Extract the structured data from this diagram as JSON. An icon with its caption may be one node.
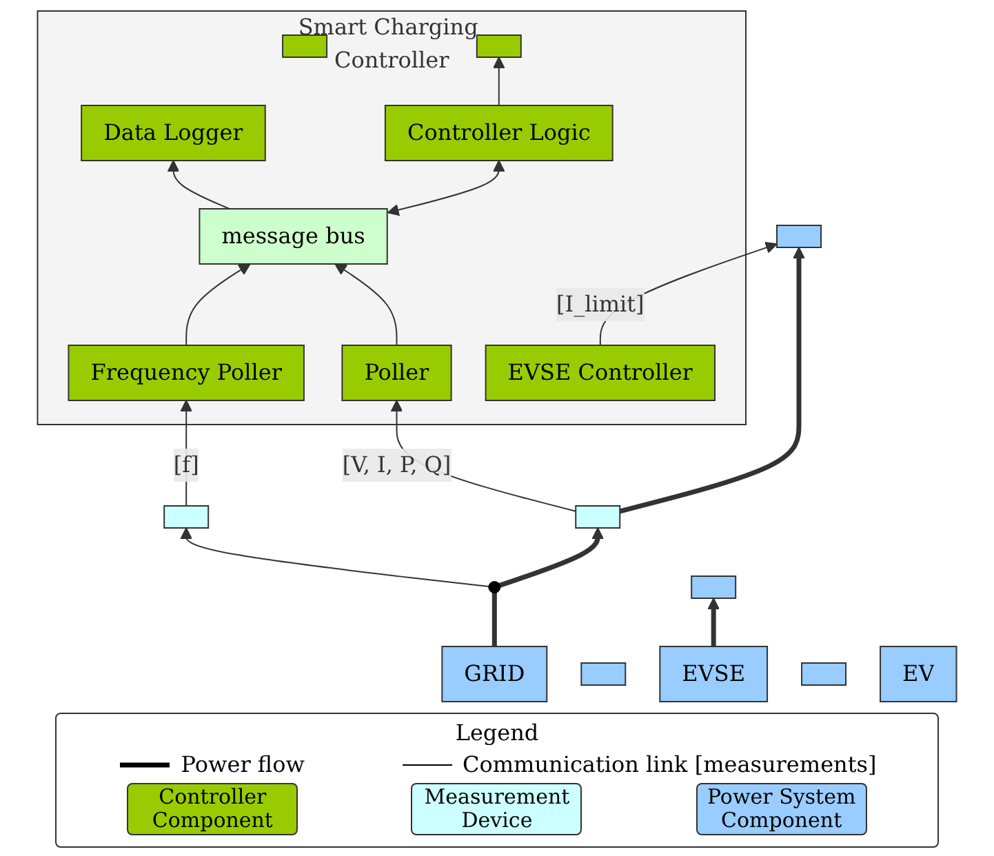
{
  "diagram": {
    "nodes": [
      {
        "text": [
          "Smart Charging Controller"
        ]
      },
      {
        "text": [
          "Data Logger"
        ],
        "in": 0
      },
      {
        "text": [
          "Controller Logic"
        ],
        "in": 0
      },
      {
        "text": [
          "message bus"
        ],
        "in": 0
      },
      {
        "text": [
          "Frequency Poller"
        ],
        "in": 0
      },
      {
        "text": [
          "Poller"
        ],
        "in": 0
      },
      {
        "text": [],
        "shape": "box",
        "in": 0
      },
      {
        "text": [],
        "shape": "box",
        "in": 0
      },
      {
        "text": [
          "EVSE Controller"
        ],
        "in": 0
      },
      {
        "text": [
          "GRID"
        ]
      },
      {
        "text": [],
        "shape": "box"
      },
      {
        "text": [],
        "shape": "circle"
      },
      {
        "text": [],
        "shape": "box"
      },
      {
        "text": [],
        "shape": "box"
      },
      {
        "text": [],
        "shape": "box"
      },
      {
        "text": [
          "EVSE"
        ]
      },
      {
        "text": [],
        "shape": "box"
      },
      {
        "text": [],
        "shape": "box"
      },
      {
        "text": [
          "EV"
        ]
      }
    ],
    "edges": [
      {
        "from": 3,
        "to": 1,
        "arrow": "to"
      },
      {
        "from": 3,
        "to": 2,
        "arrow": "both"
      },
      {
        "from": 4,
        "to": 3,
        "arrow": "to"
      },
      {
        "from": 5,
        "to": 3,
        "arrow": "to"
      },
      {
        "from": 2,
        "to": 7,
        "arrow": "to"
      },
      {
        "from": 10,
        "to": 4,
        "arrow": "to",
        "label": "[f]"
      },
      {
        "from": 12,
        "to": 5,
        "arrow": "to",
        "label": "[V, I, P, Q]"
      },
      {
        "from": 8,
        "to": 14,
        "arrow": "to",
        "label": "[I_limit]"
      },
      {
        "from": 9,
        "to": 11,
        "arrow": "none",
        "style": "thick"
      },
      {
        "from": 11,
        "to": 10,
        "arrow": "to"
      },
      {
        "from": 11,
        "to": 12,
        "arrow": "to",
        "style": "thick"
      },
      {
        "from": 12,
        "to": 14,
        "arrow": "to",
        "style": "thick"
      },
      {
        "from": 15,
        "to": 17,
        "arrow": "to",
        "style": "thick"
      }
    ],
    "labels": [
      "Legend"
    ],
    "legend": [
      {
        "text": "Power flow"
      },
      {
        "text": "Communication link [measurements]"
      },
      {
        "text": "Controller Component",
        "color": "#99cc00"
      },
      {
        "text": "Measurement Device",
        "color": "#ccffff"
      },
      {
        "text": "Power System Component",
        "color": "#99ccff"
      }
    ]
  }
}
